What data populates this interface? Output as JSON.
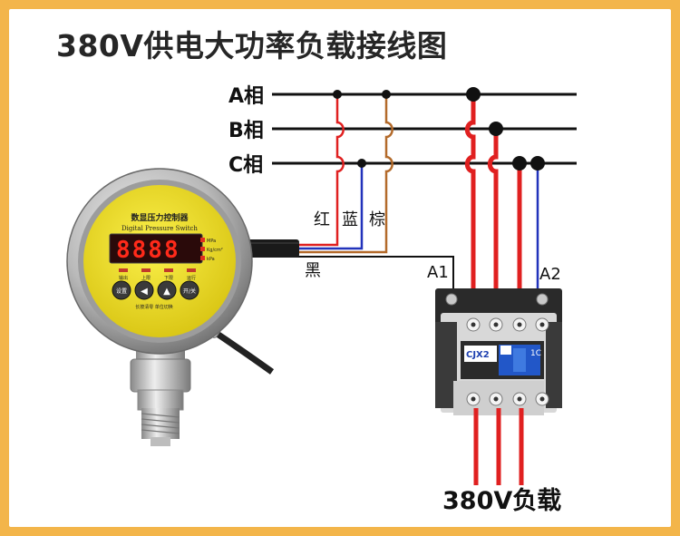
{
  "title": "380V供电大功率负载接线图",
  "phases": [
    "A相",
    "B相",
    "C相"
  ],
  "wire_labels": {
    "red": "红",
    "blue": "蓝",
    "brown": "棕",
    "black": "黑"
  },
  "terminals": {
    "a1": "A1",
    "a2": "A2"
  },
  "controller": {
    "name_cn": "数显压力控制器",
    "name_en": "Digital Pressure Switch",
    "display": "8888",
    "units": [
      "MPa",
      "Kg/cm²",
      "kPa"
    ],
    "leds": [
      "输出",
      "上限",
      "下限",
      "运行"
    ],
    "buttons": [
      "设置",
      "◀",
      "▲",
      "开/关"
    ],
    "bottom_text": "长按清零  单位切换"
  },
  "contactor": {
    "model": "CJX2",
    "label": "1C"
  },
  "footer": "380V负载",
  "colors": {
    "border": "#f3b54a",
    "red": "#e02020",
    "blue": "#2233bb",
    "brown": "#b36a2a",
    "black": "#111111",
    "yellow": "#f2e31c"
  }
}
